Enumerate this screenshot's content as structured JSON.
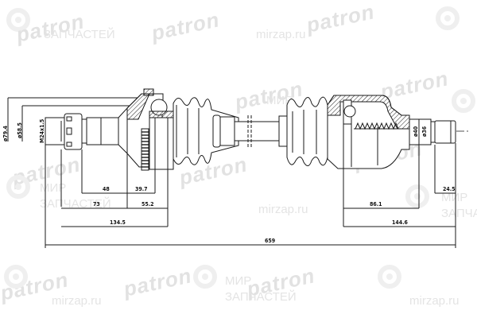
{
  "drawing": {
    "subject": "CV drive shaft (half shaft) assembly dimensional drawing",
    "line_color": "#1a1a1a",
    "background": "#ffffff"
  },
  "watermarks": {
    "brand": "patron",
    "site": "mirzap.ru",
    "mir_line1": "МИР",
    "mir_line2": "ЗАПЧАСТЕЙ",
    "color": "#e4e4e4"
  },
  "dimensions": {
    "left_outer_diameter": "ø79.4",
    "left_inner_diameter": "ø58.5",
    "thread": "M24x1.5",
    "right_outer_diameter": "ø40",
    "right_inner_diameter": "ø36",
    "d48": "48",
    "d39_7": "39.7",
    "d73": "73",
    "d55_2": "55.2",
    "d134_5": "134.5",
    "d86_1": "86.1",
    "d144_6": "144.6",
    "d24_5": "24.5",
    "total_length": "659"
  }
}
